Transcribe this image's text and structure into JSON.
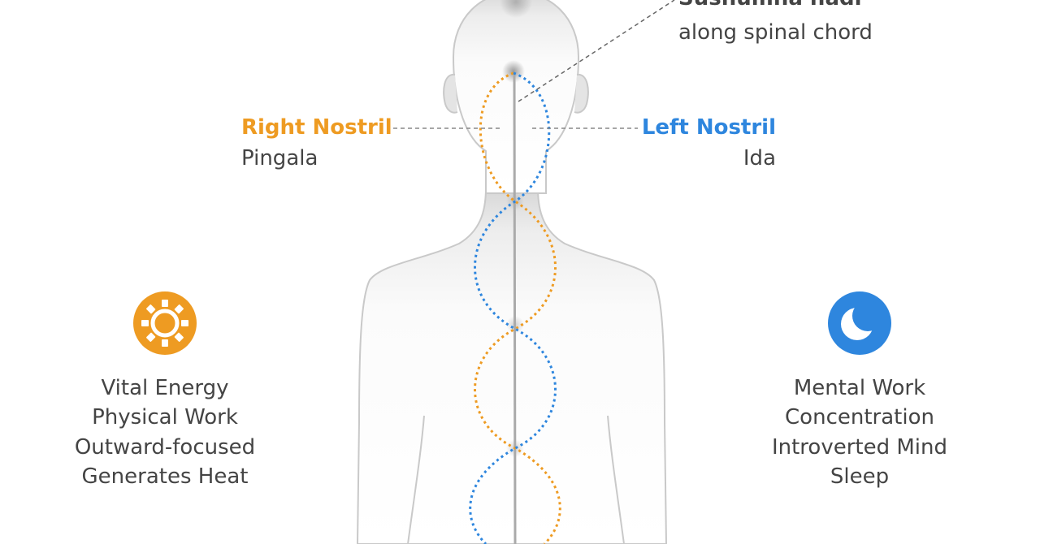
{
  "sushumna": {
    "name": "Sushumna nadi",
    "description": "along spinal chord"
  },
  "right_nostril": {
    "heading": "Right Nostril",
    "nadi": "Pingala",
    "color": "#EE9B22"
  },
  "left_nostril": {
    "heading": "Left Nostril",
    "nadi": "Ida",
    "color": "#2E86DE"
  },
  "pingala_qualities": [
    "Vital Energy",
    "Physical Work",
    "Outward-focused",
    "Generates Heat"
  ],
  "ida_qualities": [
    "Mental Work",
    "Concentration",
    "Introverted Mind",
    "Sleep"
  ],
  "icons": {
    "pingala": "sun-icon",
    "ida": "moon-icon"
  },
  "colors": {
    "body_silhouette": "#DCDCDC",
    "text": "#444444",
    "spine": "#AAAAAA"
  }
}
